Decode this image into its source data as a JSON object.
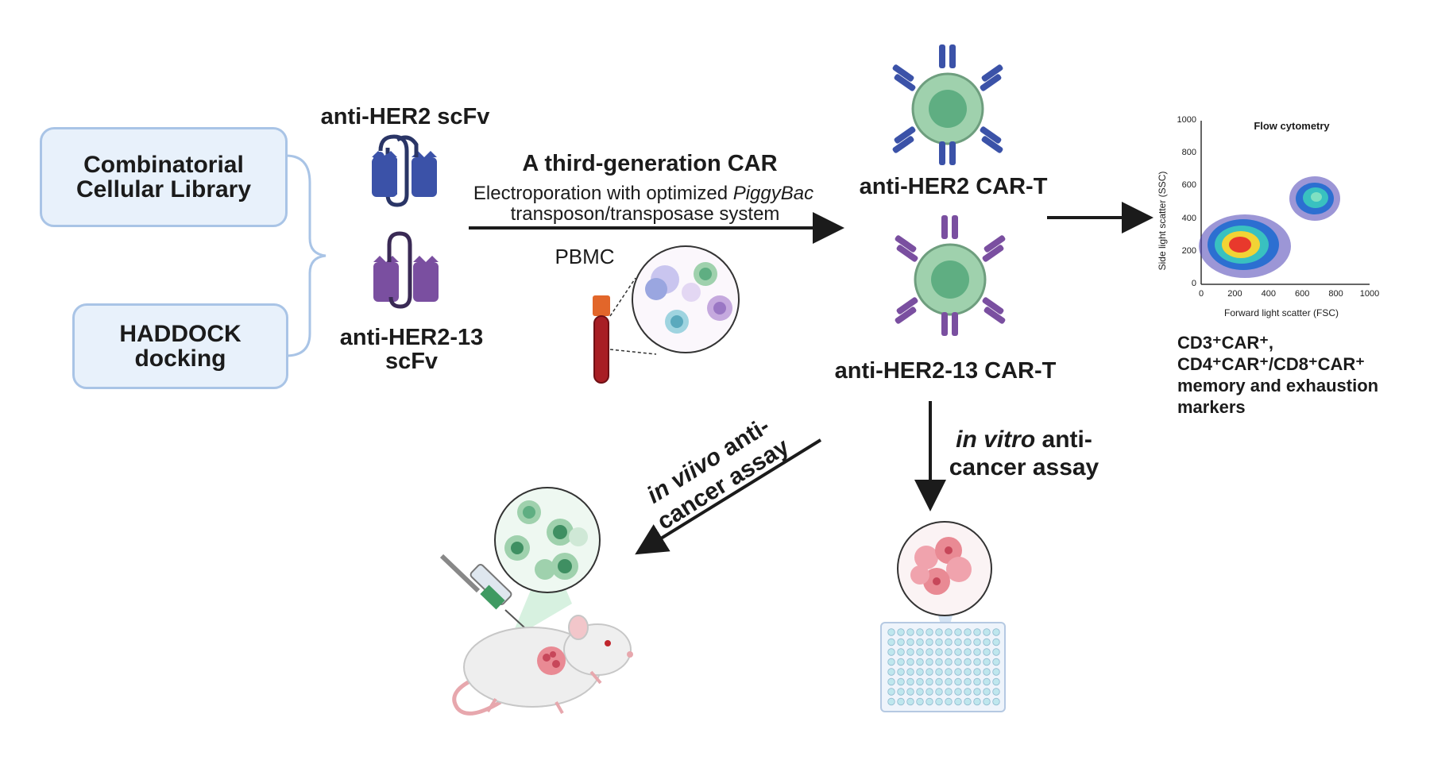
{
  "left_boxes": {
    "library": "Combinatorial Cellular Library",
    "library_l1": "Combinatorial",
    "library_l2": "Cellular Library",
    "haddock_l1": "HADDOCK",
    "haddock_l2": "docking"
  },
  "scfv": {
    "her2_label": "anti-HER2 scFv",
    "her2_13_l1": "anti-HER2-13",
    "her2_13_l2": "scFv"
  },
  "car": {
    "title": "A third-generation CAR",
    "line1_prefix": "Electroporation with optimized ",
    "line1_italic": "PiggyBac",
    "line2": "transposon/transposase system",
    "pbmc": "PBMC"
  },
  "cart": {
    "her2": "anti-HER2 CAR-T",
    "her2_13": "anti-HER2-13 CAR-T"
  },
  "flow": {
    "title": "Flow cytometry",
    "ylabel": "Side light scatter (SSC)",
    "xlabel": "Forward light scatter (FSC)",
    "y_ticks": [
      "1000",
      "800",
      "600",
      "400",
      "200",
      "0"
    ],
    "x_ticks": [
      "0",
      "200",
      "400",
      "600",
      "800",
      "1000"
    ]
  },
  "markers": {
    "line1": "CD3⁺CAR⁺,",
    "line2": "CD4⁺CAR⁺/CD8⁺CAR⁺",
    "line3": "memory and exhaustion",
    "line4": "markers"
  },
  "assays": {
    "vivo_line1_italic": "in viivo",
    "vivo_line1_rest": " anti-",
    "vivo_line2": "cancer assay",
    "vitro_italic": "in vitro",
    "vitro_rest": " anti-",
    "vitro_line2": "cancer assay"
  },
  "colors": {
    "box_fill": "#e8f1fb",
    "box_border": "#a9c4e6",
    "scfv_blue": "#3b52a8",
    "scfv_purple": "#7a4fa0",
    "cell_green": "#9fd1ad",
    "nucleus_green": "#5fae82",
    "tube_red": "#a81e24",
    "cap_orange": "#e2662a"
  }
}
